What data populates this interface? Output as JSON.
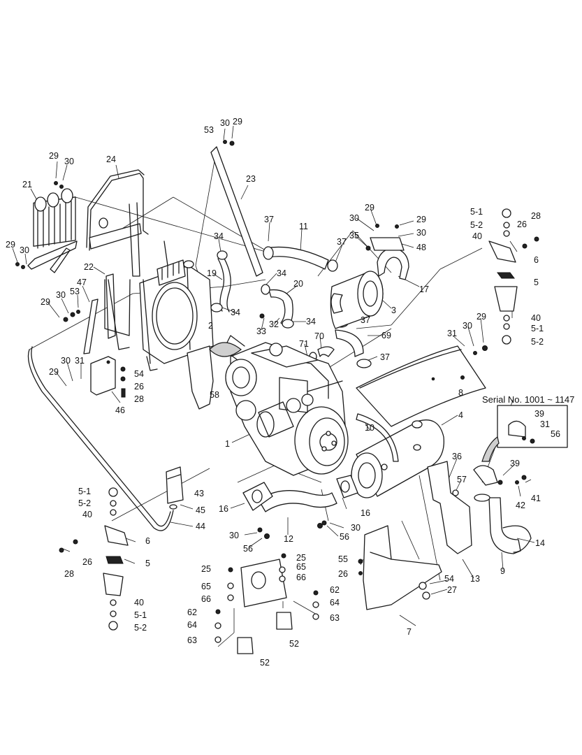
{
  "inset": {
    "title": "Serial No. 1001 ~ 1147",
    "callouts": [
      "39",
      "31",
      "56"
    ]
  },
  "callouts": [
    {
      "id": "c29a",
      "label": "29"
    },
    {
      "id": "c30a",
      "label": "30"
    },
    {
      "id": "c53a",
      "label": "53"
    },
    {
      "id": "c23",
      "label": "23"
    },
    {
      "id": "c24",
      "label": "24"
    },
    {
      "id": "c29b",
      "label": "29"
    },
    {
      "id": "c30b",
      "label": "30"
    },
    {
      "id": "c21",
      "label": "21"
    },
    {
      "id": "c29c",
      "label": "29"
    },
    {
      "id": "c30c",
      "label": "30"
    },
    {
      "id": "c22",
      "label": "22"
    },
    {
      "id": "c47",
      "label": "47"
    },
    {
      "id": "c53b",
      "label": "53"
    },
    {
      "id": "c30d",
      "label": "30"
    },
    {
      "id": "c29d",
      "label": "29"
    },
    {
      "id": "c30e",
      "label": "30"
    },
    {
      "id": "c31a",
      "label": "31"
    },
    {
      "id": "c29e",
      "label": "29"
    },
    {
      "id": "c46",
      "label": "46"
    },
    {
      "id": "c54a",
      "label": "54"
    },
    {
      "id": "c26a",
      "label": "26"
    },
    {
      "id": "c28a",
      "label": "28"
    },
    {
      "id": "c2",
      "label": "2"
    },
    {
      "id": "c58",
      "label": "58"
    },
    {
      "id": "c34a",
      "label": "34"
    },
    {
      "id": "c19",
      "label": "19"
    },
    {
      "id": "c34b",
      "label": "34"
    },
    {
      "id": "c34c",
      "label": "34"
    },
    {
      "id": "c37a",
      "label": "37"
    },
    {
      "id": "c11",
      "label": "11"
    },
    {
      "id": "c37b",
      "label": "37"
    },
    {
      "id": "c20",
      "label": "20"
    },
    {
      "id": "c33",
      "label": "33"
    },
    {
      "id": "c32",
      "label": "32"
    },
    {
      "id": "c34d",
      "label": "34"
    },
    {
      "id": "c29f",
      "label": "29"
    },
    {
      "id": "c30f",
      "label": "30"
    },
    {
      "id": "c29g",
      "label": "29"
    },
    {
      "id": "c35",
      "label": "35"
    },
    {
      "id": "c30g",
      "label": "30"
    },
    {
      "id": "c48",
      "label": "48"
    },
    {
      "id": "c17",
      "label": "17"
    },
    {
      "id": "c3",
      "label": "3"
    },
    {
      "id": "c37c",
      "label": "37"
    },
    {
      "id": "c69",
      "label": "69"
    },
    {
      "id": "c71",
      "label": "71"
    },
    {
      "id": "c70",
      "label": "70"
    },
    {
      "id": "c37d",
      "label": "37"
    },
    {
      "id": "c1",
      "label": "1"
    },
    {
      "id": "c5-1a",
      "label": "5-1"
    },
    {
      "id": "c5-2a",
      "label": "5-2"
    },
    {
      "id": "c40a",
      "label": "40"
    },
    {
      "id": "c28b",
      "label": "28"
    },
    {
      "id": "c26b",
      "label": "26"
    },
    {
      "id": "c6a",
      "label": "6"
    },
    {
      "id": "c5a",
      "label": "5"
    },
    {
      "id": "c40b",
      "label": "40"
    },
    {
      "id": "c5-1b",
      "label": "5-1"
    },
    {
      "id": "c5-2b",
      "label": "5-2"
    },
    {
      "id": "c31b",
      "label": "31"
    },
    {
      "id": "c30h",
      "label": "30"
    },
    {
      "id": "c29h",
      "label": "29"
    },
    {
      "id": "c8",
      "label": "8"
    },
    {
      "id": "c10",
      "label": "10"
    },
    {
      "id": "c4",
      "label": "4"
    },
    {
      "id": "c36",
      "label": "36"
    },
    {
      "id": "c57",
      "label": "57"
    },
    {
      "id": "c39a",
      "label": "39"
    },
    {
      "id": "c41",
      "label": "41"
    },
    {
      "id": "c42",
      "label": "42"
    },
    {
      "id": "c14",
      "label": "14"
    },
    {
      "id": "c9",
      "label": "9"
    },
    {
      "id": "c13",
      "label": "13"
    },
    {
      "id": "c5-1c",
      "label": "5-1"
    },
    {
      "id": "c5-2c",
      "label": "5-2"
    },
    {
      "id": "c40c",
      "label": "40"
    },
    {
      "id": "c6b",
      "label": "6"
    },
    {
      "id": "c26c",
      "label": "26"
    },
    {
      "id": "c28c",
      "label": "28"
    },
    {
      "id": "c5b",
      "label": "5"
    },
    {
      "id": "c40d",
      "label": "40"
    },
    {
      "id": "c5-1d",
      "label": "5-1"
    },
    {
      "id": "c5-2d",
      "label": "5-2"
    },
    {
      "id": "c43",
      "label": "43"
    },
    {
      "id": "c45",
      "label": "45"
    },
    {
      "id": "c44",
      "label": "44"
    },
    {
      "id": "c16a",
      "label": "16"
    },
    {
      "id": "c16b",
      "label": "16"
    },
    {
      "id": "c12",
      "label": "12"
    },
    {
      "id": "c30i",
      "label": "30"
    },
    {
      "id": "c56a",
      "label": "56"
    },
    {
      "id": "c30j",
      "label": "30"
    },
    {
      "id": "c56b",
      "label": "56"
    },
    {
      "id": "c25a",
      "label": "25"
    },
    {
      "id": "c65a",
      "label": "65"
    },
    {
      "id": "c66a",
      "label": "66"
    },
    {
      "id": "c25b",
      "label": "25"
    },
    {
      "id": "c65b",
      "label": "65"
    },
    {
      "id": "c66b",
      "label": "66"
    },
    {
      "id": "c62a",
      "label": "62"
    },
    {
      "id": "c64a",
      "label": "64"
    },
    {
      "id": "c63a",
      "label": "63"
    },
    {
      "id": "c62b",
      "label": "62"
    },
    {
      "id": "c64b",
      "label": "64"
    },
    {
      "id": "c63b",
      "label": "63"
    },
    {
      "id": "c52a",
      "label": "52"
    },
    {
      "id": "c52b",
      "label": "52"
    },
    {
      "id": "c55",
      "label": "55"
    },
    {
      "id": "c26d",
      "label": "26"
    },
    {
      "id": "c54b",
      "label": "54"
    },
    {
      "id": "c27",
      "label": "27"
    },
    {
      "id": "c7",
      "label": "7"
    }
  ]
}
